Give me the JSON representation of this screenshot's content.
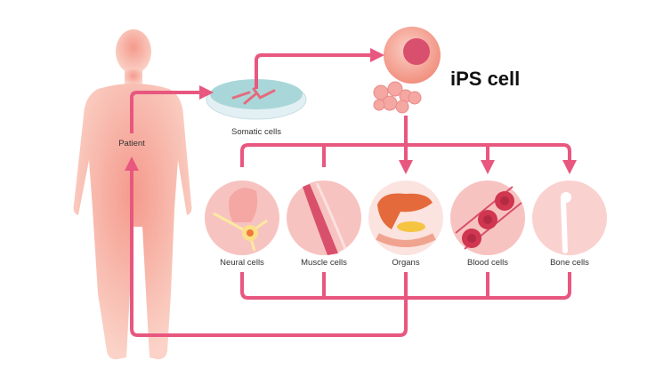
{
  "title": "iPS cell",
  "patient_label": "Patient",
  "somatic_label": "Somatic cells",
  "cells": [
    {
      "label": "Neural cells",
      "icon": "neural-icon"
    },
    {
      "label": "Muscle cells",
      "icon": "muscle-icon"
    },
    {
      "label": "Organs",
      "icon": "organs-icon"
    },
    {
      "label": "Blood cells",
      "icon": "blood-icon"
    },
    {
      "label": "Bone cells",
      "icon": "bone-icon"
    }
  ],
  "colors": {
    "arrow": "#e8577f",
    "skin": "#f6b3a5",
    "circle": "#f7c3c0"
  }
}
